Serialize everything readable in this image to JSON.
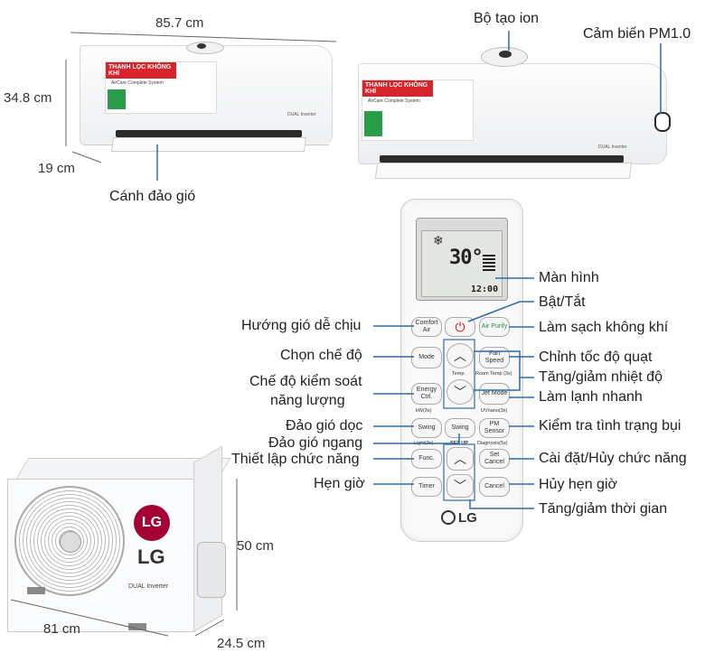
{
  "indoor_dimensions": {
    "width": "85.7 cm",
    "height": "34.8 cm",
    "depth": "19 cm"
  },
  "outdoor_dimensions": {
    "width": "81 cm",
    "height": "50 cm",
    "depth": "24.5 cm"
  },
  "indoor_labels": {
    "ion": "Bộ tạo ion",
    "pm": "Cảm biến PM1.0",
    "louver": "Cánh đảo gió"
  },
  "sticker": {
    "title": "THANH LỌC KHÔNG KHÍ",
    "sub": "AirCare Complete System",
    "model": "DUAL Inverter"
  },
  "remote_labels": {
    "screen": "Màn hình",
    "power": "Bật/Tắt",
    "comfort": "Hướng gió dễ chịu",
    "purify": "Làm sạch không khí",
    "mode": "Chọn chế độ",
    "fan": "Chỉnh tốc độ quạt",
    "temp": "Tăng/giảm nhiệt độ",
    "energy_1": "Chế độ kiểm soát",
    "energy_2": "năng lượng",
    "jet": "Làm lạnh nhanh",
    "swing_v": "Đảo gió dọc",
    "swing_h": "Đảo gió ngang",
    "pm_sensor": "Kiểm tra tình trạng bụi",
    "func": "Thiết lập chức năng",
    "set": "Cài đặt/Hủy chức năng",
    "timer": "Hẹn giờ",
    "cancel": "Hủy hẹn giờ",
    "time": "Tăng/giảm thời gian"
  },
  "remote": {
    "display_temp": "30°",
    "display_time": "12:00",
    "btn_comfort": "Comfort Air",
    "btn_purify": "Air Purify",
    "btn_mode": "Mode",
    "btn_fan": "Fan Speed",
    "btn_temp": "Temp.",
    "btn_energy": "Energy Ctrl.",
    "btn_jet": "Jet Mode",
    "btn_room_temp": "Room Temp (3s)",
    "btn_uv": "UVnano(3s)",
    "btn_kwh": "kW(3s)",
    "btn_swing": "Swing",
    "btn_pm": "PM Sensor",
    "btn_light": "Light(3s)",
    "btn_diag": "Diagnosis(5s)",
    "btn_setup": "SET UP",
    "btn_func": "Func.",
    "btn_set": "Set Cancel",
    "btn_timer": "Timer",
    "btn_cancel": "Cancel",
    "brand": "LG"
  },
  "outdoor": {
    "brand": "LG",
    "model": "DUAL Inverter"
  },
  "colors": {
    "accent_line": "#2d6ca8",
    "lg_red": "#a50034",
    "sticker_red": "#d8232a"
  }
}
